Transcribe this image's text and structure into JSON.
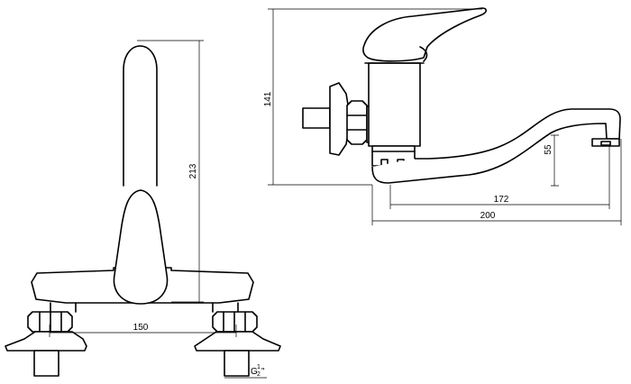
{
  "dimensions": {
    "front": {
      "height": "213",
      "spacing": "150",
      "thread_main": "G",
      "thread_frac_num": "1",
      "thread_frac_den": "2",
      "thread_suffix": "\""
    },
    "side": {
      "height": "141",
      "outlet_height": "55",
      "reach": "172",
      "total": "200"
    }
  }
}
